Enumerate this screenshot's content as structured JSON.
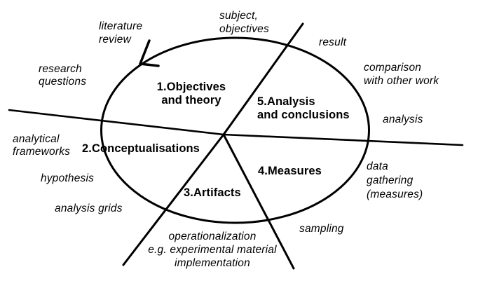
{
  "figure": {
    "background_color": "#ffffff",
    "ink_color": "#000000",
    "shape": "ellipse divided into 5 sectors",
    "flow_direction": "counterclockwise",
    "icons": {
      "cycle_direction_arrow": "counterclockwise-arrow"
    },
    "sectors": [
      {
        "num": "1",
        "label": "1.Objectives\nand theory"
      },
      {
        "num": "2",
        "label": "2.Conceptualisations"
      },
      {
        "num": "3",
        "label": "3.Artifacts"
      },
      {
        "num": "4",
        "label": "4.Measures"
      },
      {
        "num": "5",
        "label": "5.Analysis\nand conclusions"
      }
    ],
    "outer_labels": [
      {
        "id": "literature-review",
        "text": "literature\nreview"
      },
      {
        "id": "subject-objectives",
        "text": "subject,\nobjectives"
      },
      {
        "id": "result",
        "text": "result"
      },
      {
        "id": "comparison-with-other-work",
        "text": "comparison\nwith other work"
      },
      {
        "id": "analysis",
        "text": "analysis"
      },
      {
        "id": "data-gathering-measures",
        "text": "data\ngathering\n(measures)"
      },
      {
        "id": "sampling",
        "text": "sampling"
      },
      {
        "id": "operationalization",
        "text": "operationalization\ne.g. experimental material\nimplementation"
      },
      {
        "id": "analysis-grids",
        "text": "analysis grids"
      },
      {
        "id": "hypothesis",
        "text": "hypothesis"
      },
      {
        "id": "analytical-frameworks",
        "text": "analytical\nframeworks"
      },
      {
        "id": "research-questions",
        "text": "research\nquestions"
      }
    ]
  }
}
